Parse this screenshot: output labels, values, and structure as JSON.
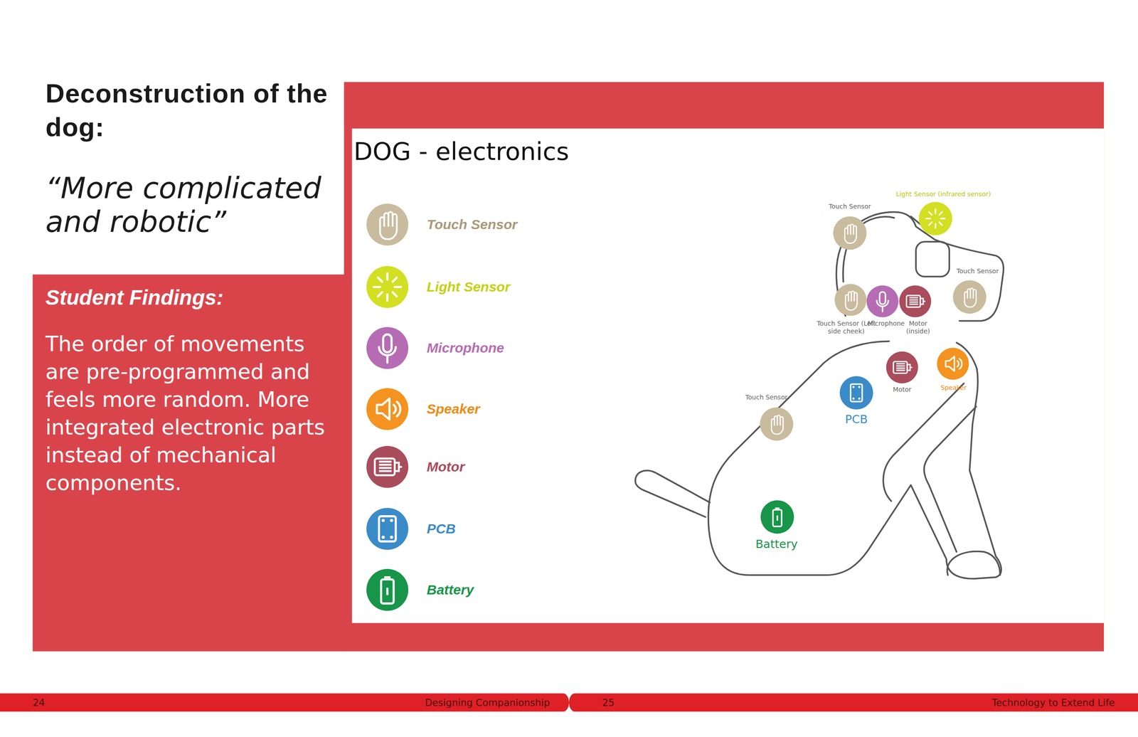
{
  "diagram": {
    "title": "Deconstruction of the dog:",
    "nodes": [
      {
        "text": [
          "Student Findings:",
          "The order of movements are pre-programmed and feels more random. More integrated electronic parts instead of mechanical components."
        ]
      },
      {
        "text": [
          "DOG - electronics"
        ]
      }
    ],
    "labels": [
      "“More complicated and robotic”",
      "Touch Sensor",
      "Light Sensor (infrared sensor)",
      "Touch Sensor",
      "Touch Sensor (Left side cheek)",
      "Microphone",
      "Motor (inside)",
      "Motor",
      "Speaker",
      "Touch Sensor",
      "PCB",
      "Battery",
      "24",
      "Designing Companionship",
      "25",
      "Technology to Extend Life"
    ],
    "legend": [
      {
        "text": "Touch Sensor",
        "color": "#c9bb9e"
      },
      {
        "text": "Light Sensor",
        "color": "#d3df22"
      },
      {
        "text": "Microphone",
        "color": "#b66cb2"
      },
      {
        "text": "Speaker",
        "color": "#f4931f"
      },
      {
        "text": "Motor",
        "color": "#a94c5b"
      },
      {
        "text": "PCB",
        "color": "#3b8bc9"
      },
      {
        "text": "Battery",
        "color": "#179548"
      }
    ]
  }
}
